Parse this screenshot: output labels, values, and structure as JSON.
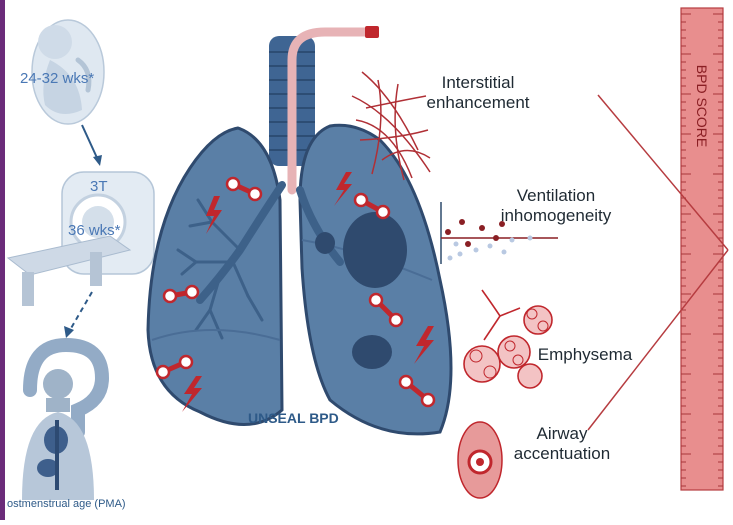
{
  "timeline": {
    "gestation_label": "24-32 wks*",
    "scanner_field": "3T",
    "scan_age_label": "36 wks*",
    "footnote": "ostmenstrual age (PMA)"
  },
  "diagram": {
    "center_label": "UNSEAL BPD",
    "features": [
      {
        "line1": "Interstitial",
        "line2": "enhancement"
      },
      {
        "line1": "Ventilation",
        "line2": "inhomogeneity"
      },
      {
        "line1": "Emphysema",
        "line2": ""
      },
      {
        "line1": "Airway",
        "line2": "accentuation"
      }
    ]
  },
  "ruler": {
    "label": "BPD SCORE"
  },
  "colors": {
    "frame_border": "#6b2c7a",
    "lung_fill": "#5a7fa6",
    "lung_dark": "#2f4a6e",
    "accent_red": "#c0272d",
    "ruler_fill": "#e88e8e",
    "label_blue": "#4a78b5"
  },
  "icons": [
    "fetus-icon",
    "mri-scanner-icon",
    "question-mark-icon",
    "human-body-icon",
    "lung-icon",
    "ruler-icon"
  ]
}
